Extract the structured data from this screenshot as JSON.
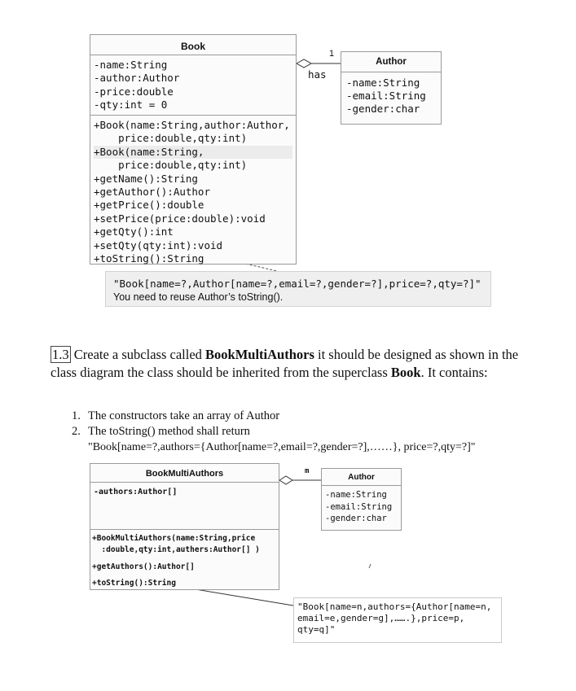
{
  "book_class": {
    "name": "Book",
    "attributes": [
      "-name:String",
      "-author:Author",
      "-price:double",
      "-qty:int = 0"
    ],
    "methods": [
      "+Book(name:String,author:Author,",
      "    price:double,qty:int)",
      "+Book(name:String,",
      "    price:double,qty:int)",
      "+getName():String",
      "+getAuthor():Author",
      "+getPrice():double",
      "+setPrice(price:double):void",
      "+getQty():int",
      "+setQty(qty:int):void",
      "+toString():String"
    ]
  },
  "author_class_1": {
    "name": "Author",
    "attributes": [
      "-name:String",
      "-email:String",
      "-gender:char"
    ]
  },
  "association_1": {
    "multiplicity": "1",
    "label": "has"
  },
  "note_1": {
    "line1": "\"Book[name=?,Author[name=?,email=?,gender=?],price=?,qty=?]\"",
    "line2": "You need to reuse Author’s toString()."
  },
  "task": {
    "number": "1.3",
    "text_1": " Create a subclass called ",
    "class_name": "BookMultiAuthors",
    "text_2": " it should be designed as shown in the class diagram the class should be inherited from the superclass ",
    "superclass": "Book",
    "text_3": ". It contains:",
    "items": [
      {
        "num": "1.",
        "text": "The constructors take an array of Author"
      },
      {
        "num": "2.",
        "text": "The toString() method shall return",
        "continuation": "\"Book[name=?,authors={Author[name=?,email=?,gender=?],……}, price=?,qty=?]\""
      }
    ]
  },
  "bma_class": {
    "name": "BookMultiAuthors",
    "attributes": [
      "-authors:Author[]"
    ],
    "methods": [
      "+BookMultiAuthors(name:String,price",
      "  :double,qty:int,authers:Author[] )",
      "+getAuthors():Author[]",
      "+toString():String"
    ]
  },
  "author_class_2": {
    "name": "Author",
    "attributes": [
      "-name:String",
      "-email:String",
      "-gender:char"
    ]
  },
  "association_2": {
    "multiplicity": "m"
  },
  "note_2": {
    "line1": "\"Book[name=n,authors={Author[name=n,",
    "line2": "email=e,gender=g],…….},price=p,",
    "line3": "qty=q]\""
  },
  "colors": {
    "box_border": "#9a9a9a",
    "note_fill": "#efefef",
    "line": "#333333"
  }
}
